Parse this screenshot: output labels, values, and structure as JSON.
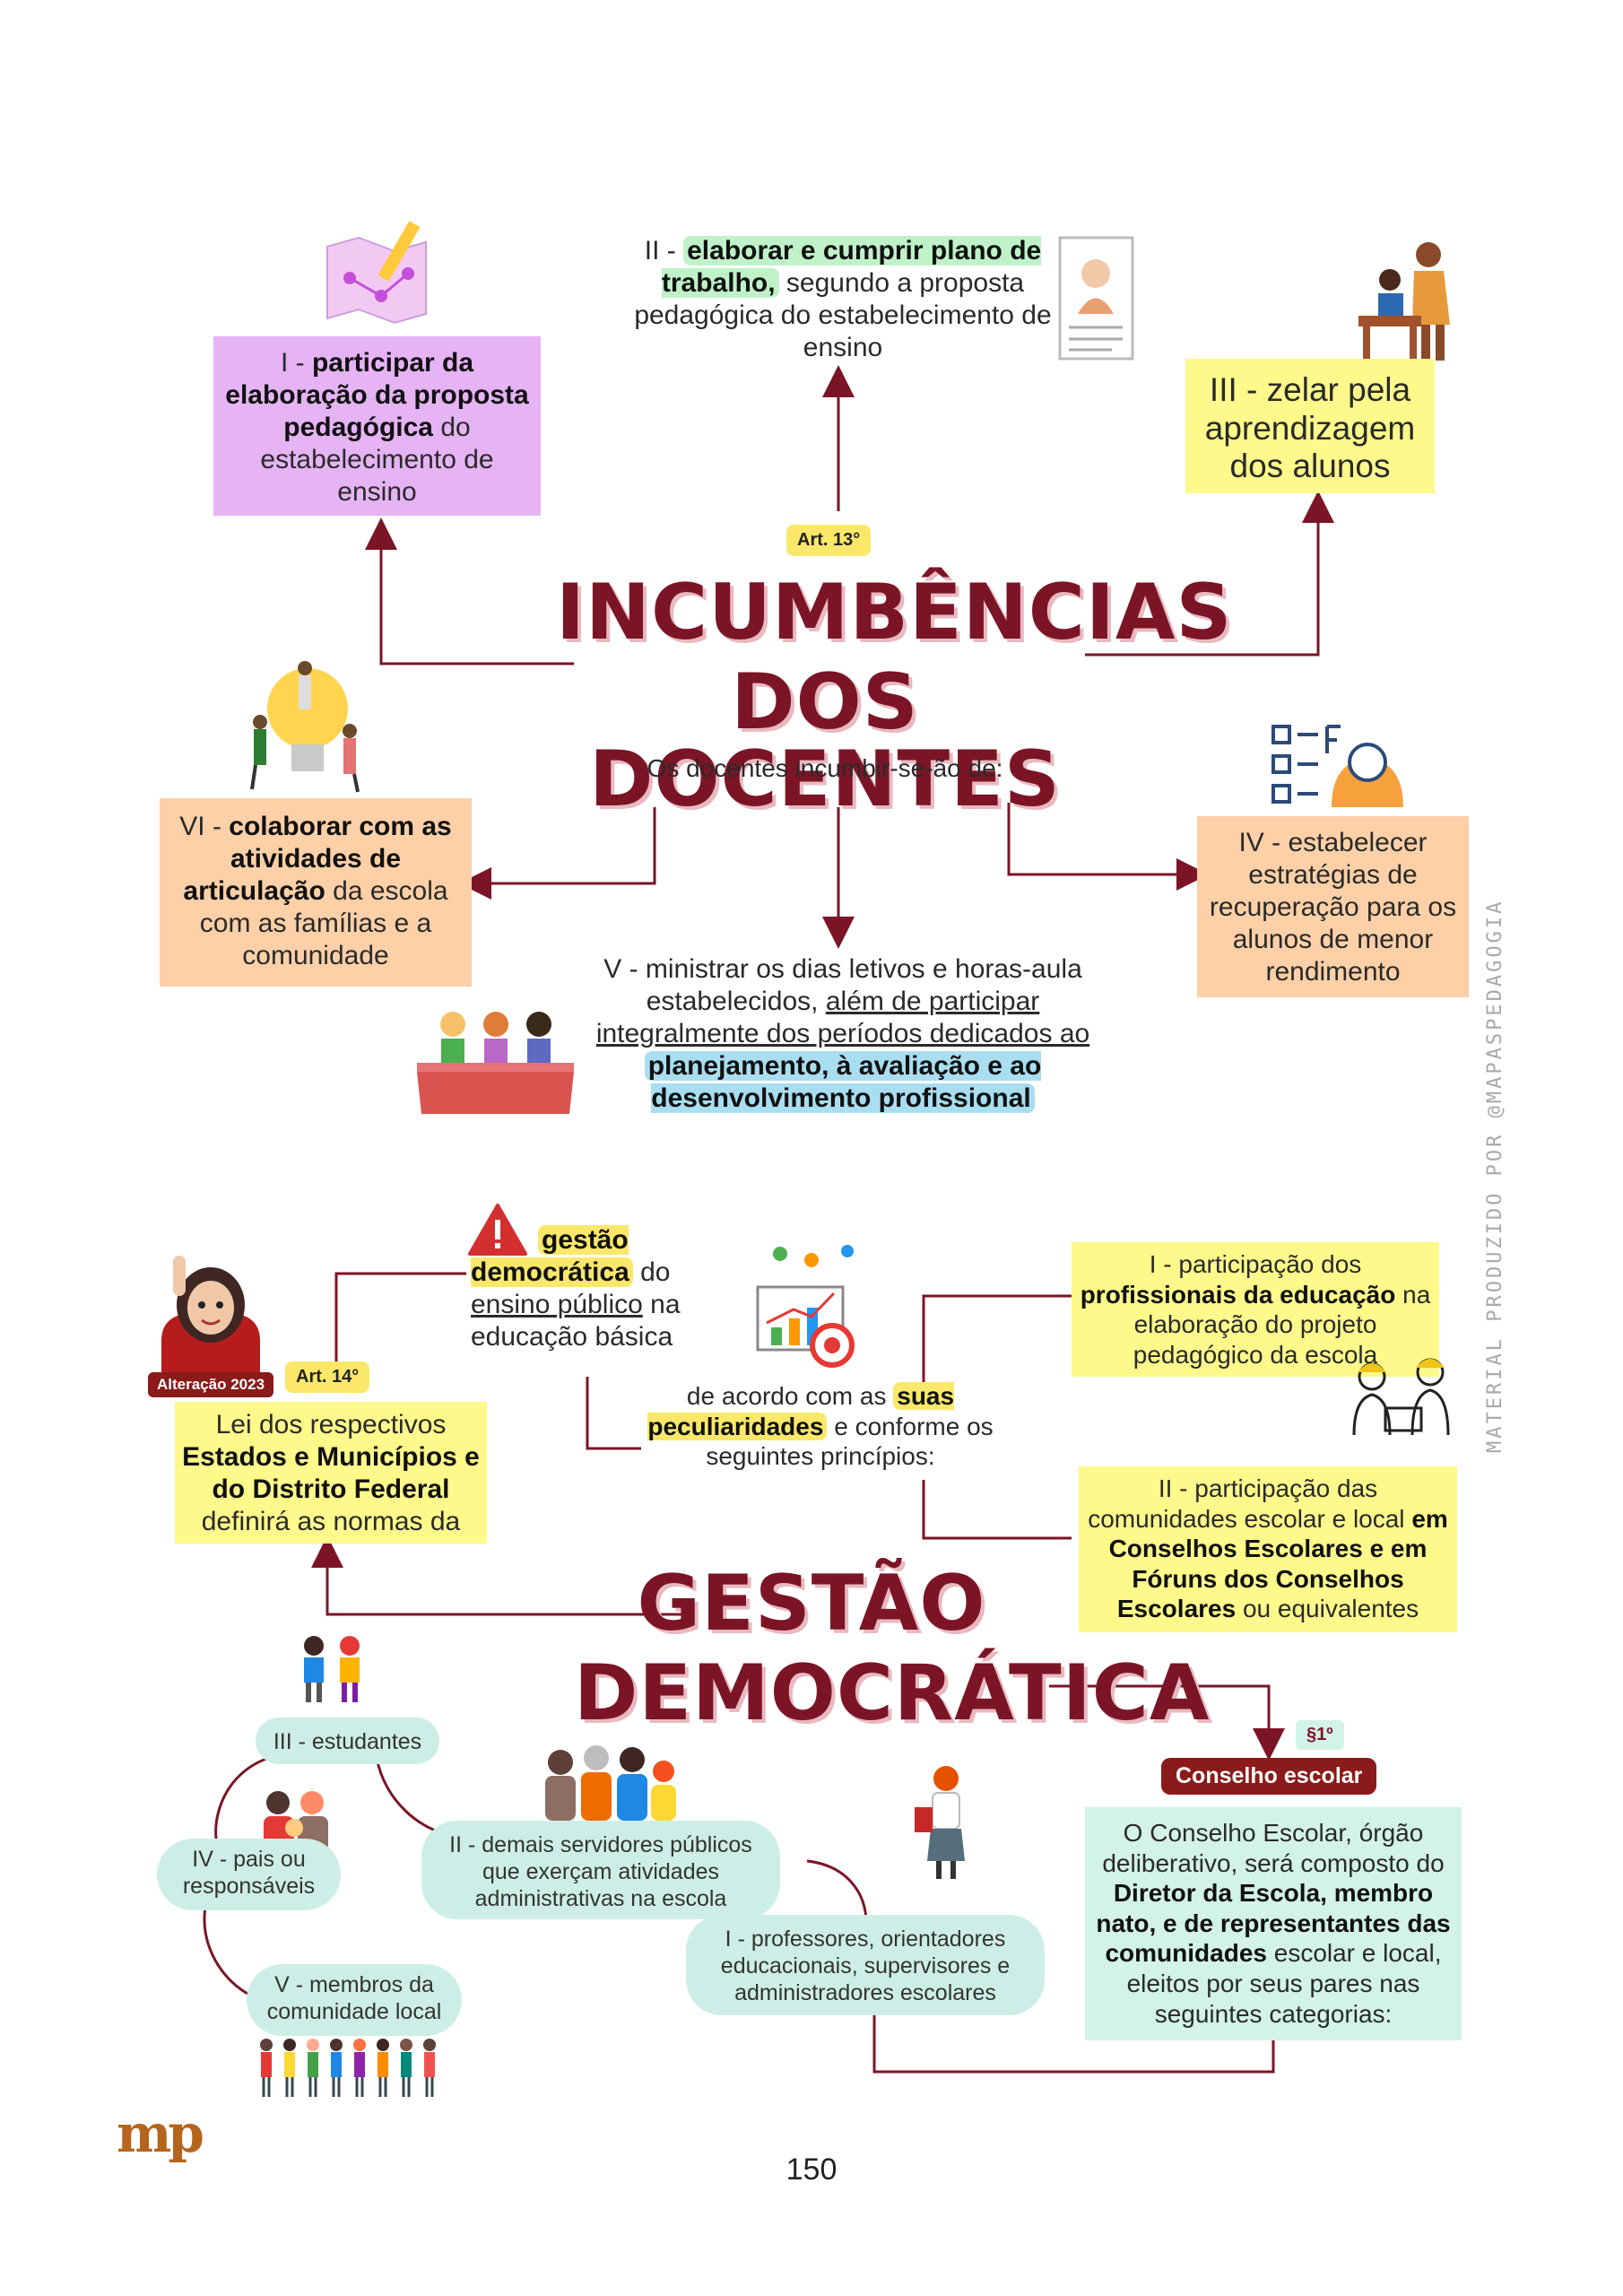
{
  "section1": {
    "badge": "Art. 13°",
    "title_line1": "INCUMBÊNCIAS",
    "title_line2": "DOS DOCENTES",
    "subtitle": "Os docentes incumbir-se-ão de:",
    "item1": {
      "pre": "I - ",
      "bold": "participar da elaboração da proposta pedagógica",
      "post": " do estabelecimento de ensino"
    },
    "item2": {
      "pre": "II - ",
      "bold": "elaborar e cumprir plano de trabalho,",
      "post": " segundo a proposta pedagógica do estabelecimento de ensino"
    },
    "item3": {
      "text": "III - zelar pela aprendizagem dos alunos"
    },
    "item4": {
      "text": "IV - estabelecer estratégias de recuperação para os alunos de menor rendimento"
    },
    "item5": {
      "pre": "V - ministrar os dias letivos e horas-aula estabelecidos, ",
      "underline": "além de participar integralmente dos períodos dedicados ao",
      "bold": "planejamento, à avaliação e ao desenvolvimento profissional"
    },
    "item6": {
      "pre": "VI - ",
      "bold": "colaborar com as atividades de articulação",
      "post": " da escola com as famílias e a comunidade"
    }
  },
  "section2": {
    "alteration_badge": "Alteração 2023",
    "badge": "Art. 14°",
    "title_line1": "GESTÃO",
    "title_line2": "DEMOCRÁTICA",
    "law_box": {
      "pre": "Lei dos respectivos ",
      "bold": "Estados e Municípios e do Distrito Federal",
      "post": " definirá as normas da"
    },
    "gestao": {
      "bold": "gestão democrática",
      "mid": " do ",
      "underline": "ensino público",
      "post": " na educação básica"
    },
    "peculiar": {
      "pre": "de acordo com as ",
      "bold": "suas peculiaridades",
      "post": " e conforme os seguintes princípios:"
    },
    "principle1": {
      "pre": "I - participação dos ",
      "bold": "profissionais da educação",
      "post": " na elaboração do projeto pedagógico da escola"
    },
    "principle2": {
      "pre": "II - participação das comunidades escolar e local ",
      "bold": "em Conselhos Escolares e em Fóruns dos Conselhos Escolares",
      "post": " ou equivalentes"
    },
    "paragraph_badge": "§1º",
    "conselho_badge": "Conselho escolar",
    "conselho_box": {
      "pre": "O Conselho Escolar, órgão deliberativo, será composto do ",
      "bold": "Diretor da Escola, membro nato, e de representantes das comunidades",
      "post": " escolar e local, eleitos por seus pares nas seguintes categorias:"
    },
    "categories": {
      "c1": "I - professores, orientadores educacionais, supervisores e administradores escolares",
      "c2": "II - demais servidores públicos que exerçam atividades administrativas na escola",
      "c3": "III - estudantes",
      "c4": "IV - pais ou responsáveis",
      "c5": "V - membros da comunidade local"
    }
  },
  "footer": {
    "page_number": "150",
    "logo": "mp",
    "side_text": "MATERIAL PRODUZIDO POR @MAPASPEDAGOGIA"
  },
  "colors": {
    "maroon": "#7b1526",
    "lilac": "#e6b3f5",
    "yellow": "#fdf98b",
    "peach": "#fdd0a7",
    "mint": "#d2f2ea"
  },
  "icons": [
    "roadmap-pencil-icon",
    "teacher-board-icon",
    "teacher-student-desk-icon",
    "team-lightbulb-puzzle-icon",
    "checklist-person-icon",
    "teachers-meeting-table-icon",
    "warning-triangle-icon",
    "student-avatar-icon",
    "presentation-chart-target-icon",
    "teachers-collaboration-icon",
    "children-icon",
    "staff-group-icon",
    "parents-family-icon",
    "teacher-woman-icon",
    "community-people-icon"
  ]
}
